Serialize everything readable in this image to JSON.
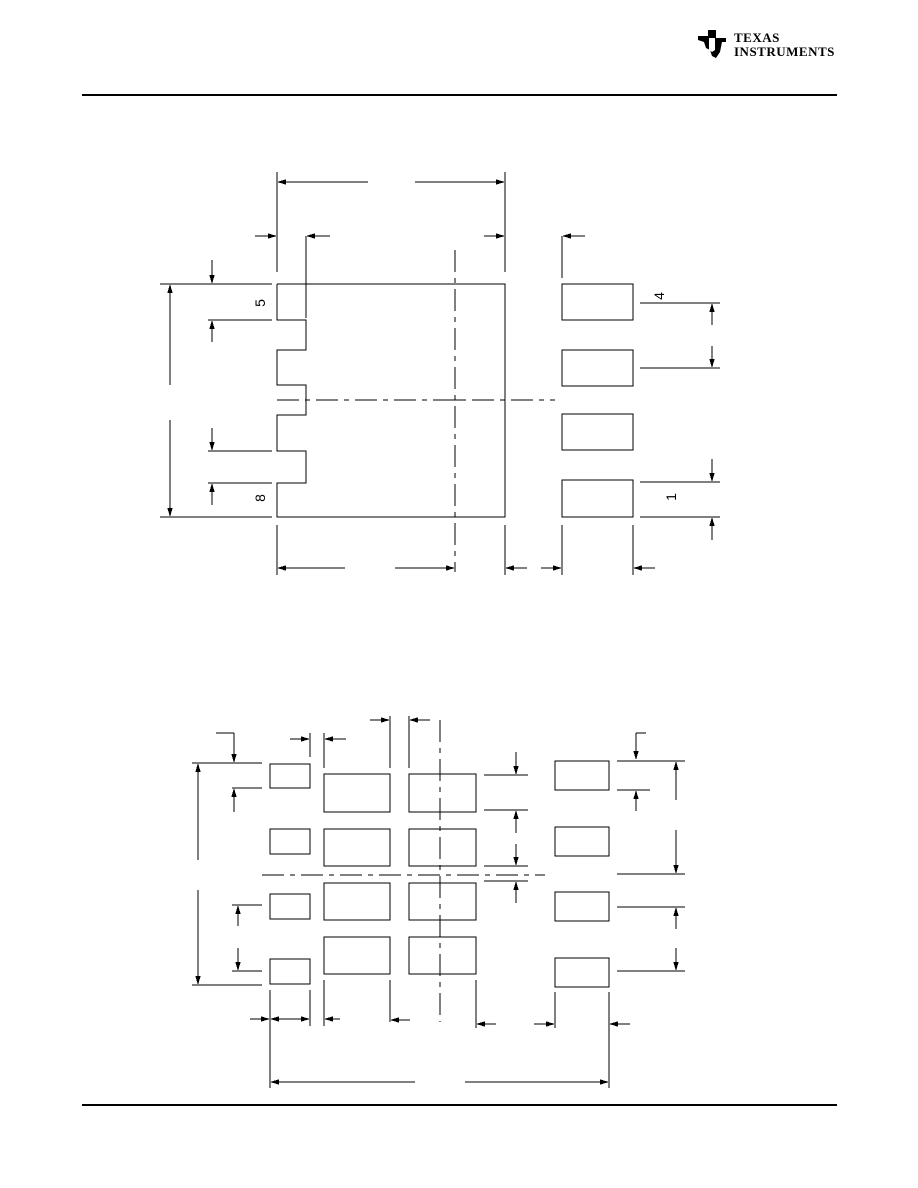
{
  "header": {
    "logo_line1": "TEXAS",
    "logo_line2": "INSTRUMENTS",
    "logo_icon": "ti-state-logo-icon"
  },
  "drawing_top": {
    "pin_labels": {
      "pin5": "5",
      "pin8": "8",
      "pin4": "4",
      "pin1": "1"
    }
  },
  "colors": {
    "line": "#000000",
    "background": "#ffffff"
  }
}
